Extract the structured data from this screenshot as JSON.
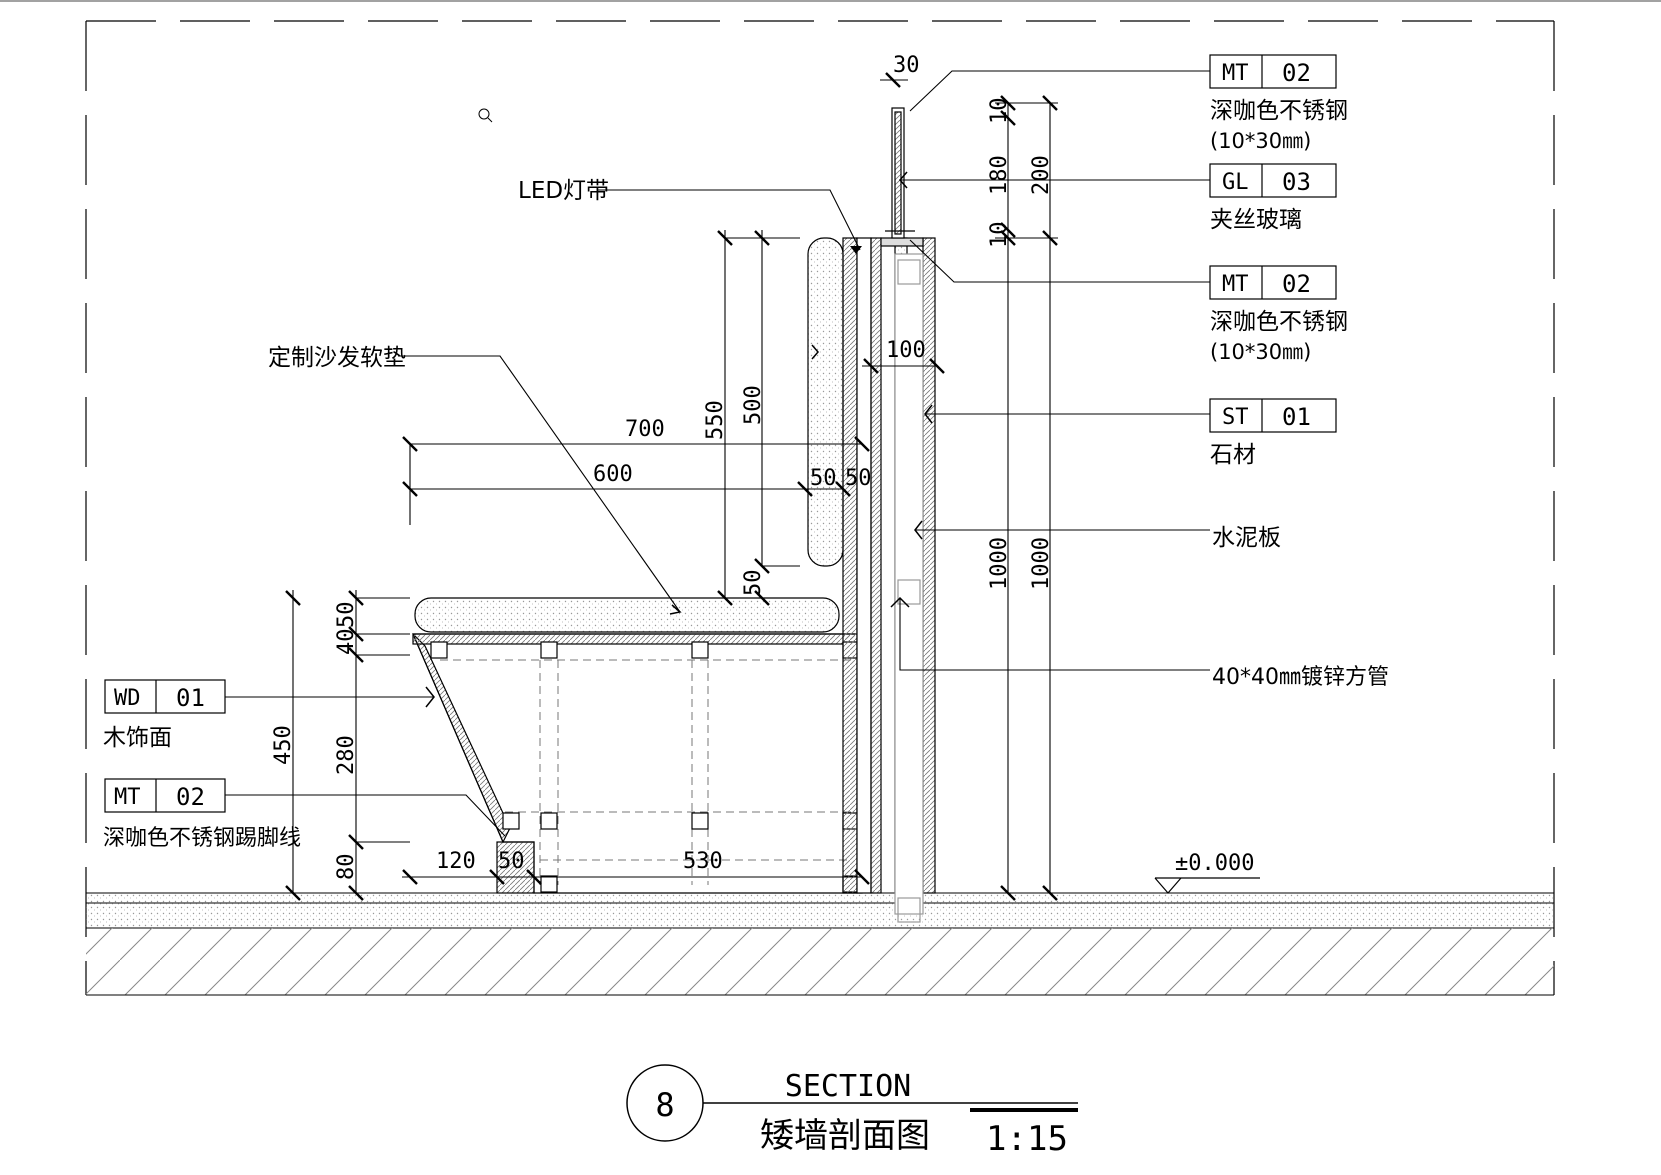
{
  "labels": {
    "led": "LED灯带",
    "cushion": "定制沙发软垫",
    "cement_board": "水泥板",
    "steel_tube": "40*40㎜镀锌方管",
    "level": "±0.000"
  },
  "tags": {
    "mt02_top": {
      "code": "MT",
      "num": "02",
      "desc": "深咖色不锈钢",
      "spec": "(10*30㎜)"
    },
    "gl03": {
      "code": "GL",
      "num": "03",
      "desc": "夹丝玻璃"
    },
    "mt02_mid": {
      "code": "MT",
      "num": "02",
      "desc": "深咖色不锈钢",
      "spec": "(10*30㎜)"
    },
    "st01": {
      "code": "ST",
      "num": "01",
      "desc": "石材"
    },
    "wd01": {
      "code": "WD",
      "num": "01",
      "desc": "木饰面"
    },
    "mt02_kick": {
      "code": "MT",
      "num": "02",
      "desc": "深咖色不锈钢踢脚线"
    }
  },
  "dims": {
    "d30": "30",
    "d10a": "10",
    "d180": "180",
    "d200": "200",
    "d10b": "10",
    "d100": "100",
    "d700": "700",
    "d600": "600",
    "d550": "550",
    "d500": "500",
    "d50a": "50",
    "d50b": "50",
    "d50c": "50",
    "d1000a": "1000",
    "d1000b": "1000",
    "d450": "450",
    "d50d": "50",
    "d40": "40",
    "d280": "280",
    "d80": "80",
    "d120": "120",
    "d50e": "50",
    "d530": "530"
  },
  "title": {
    "number": "8",
    "en": "SECTION",
    "zh": "矮墙剖面图",
    "scale": "1:15"
  },
  "colors": {
    "line": "#000000",
    "hatch": "#555555",
    "dash": "#888888"
  }
}
